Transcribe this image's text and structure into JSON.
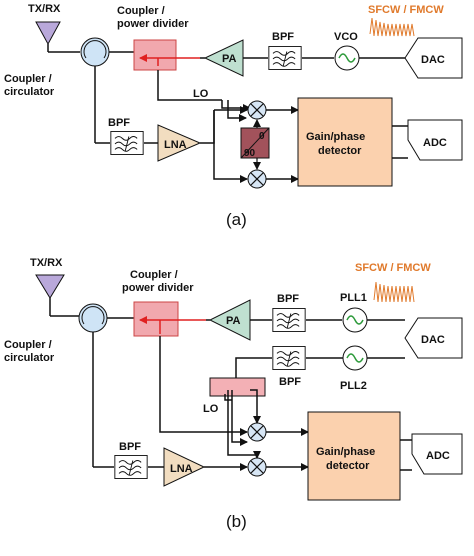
{
  "colors": {
    "coupler": "#f1a8ae",
    "detector": "#fbd1ae",
    "pa": "#bfe0d0",
    "lna": "#f2ddc0",
    "antenna": "#b9a8da",
    "circulator": "#cfe4f6",
    "mixer": "#d7e6f5",
    "hybrid": "#a2525b",
    "lo_box": "#f3b0b5",
    "signal_red": "#e02020",
    "orange": "#e07a2c"
  },
  "panel_a": {
    "txrx": "TX/RX",
    "coupler_divider_1": "Coupler /",
    "coupler_divider_2": "power divider",
    "pa": "PA",
    "bpf_tx": "BPF",
    "vco": "VCO",
    "waveform": "SFCW / FMCW",
    "dac": "DAC",
    "coupler_circ_1": "Coupler /",
    "coupler_circ_2": "circulator",
    "lo": "LO",
    "bpf_rx": "BPF",
    "lna": "LNA",
    "hybrid_0": "0",
    "hybrid_90": "90",
    "detector_1": "Gain/phase",
    "detector_2": "detector",
    "adc": "ADC",
    "caption": "(a)"
  },
  "panel_b": {
    "txrx": "TX/RX",
    "coupler_divider_1": "Coupler /",
    "coupler_divider_2": "power divider",
    "pa": "PA",
    "bpf_tx": "BPF",
    "pll1": "PLL1",
    "waveform": "SFCW / FMCW",
    "dac": "DAC",
    "coupler_circ_1": "Coupler /",
    "coupler_circ_2": "circulator",
    "bpf_lo": "BPF",
    "pll2": "PLL2",
    "lo": "LO",
    "bpf_rx": "BPF",
    "lna": "LNA",
    "detector_1": "Gain/phase",
    "detector_2": "detector",
    "adc": "ADC",
    "caption": "(b)"
  }
}
